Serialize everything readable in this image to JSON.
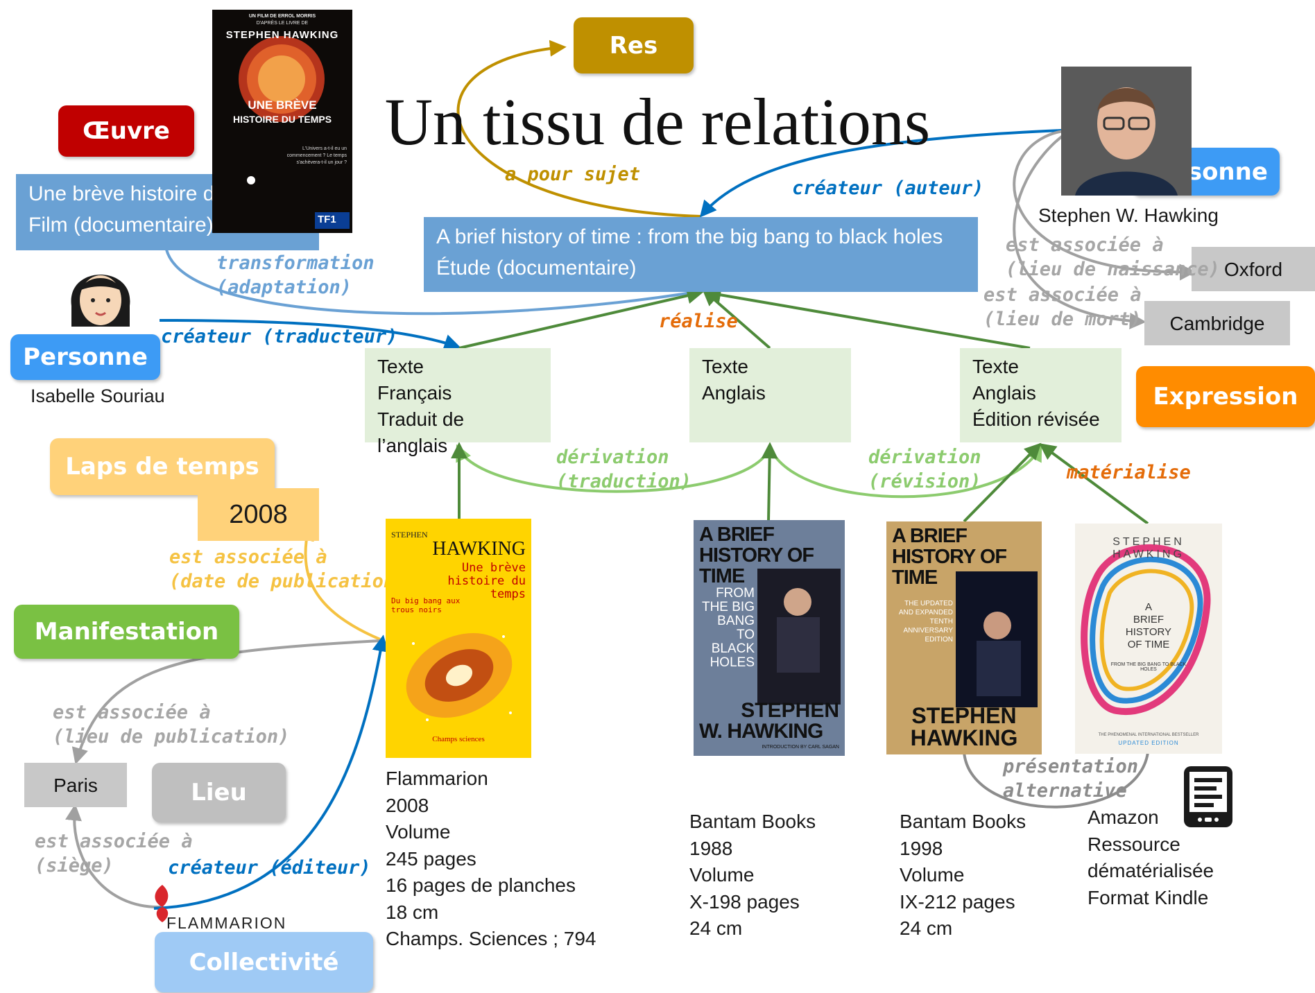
{
  "title": "Un tissu de relations",
  "badges": {
    "oeuvre": "Œuvre",
    "res": "Res",
    "personne_auteur": "Personne",
    "personne_traductrice": "Personne",
    "expression": "Expression",
    "laps_de_temps": "Laps de temps",
    "manifestation": "Manifestation",
    "lieu": "Lieu",
    "collectivite": "Collectivité"
  },
  "works": {
    "film": {
      "line1": "Une brève histoire du temps",
      "line2": "Film (documentaire)"
    },
    "study": {
      "line1": "A brief history of time : from the big bang to black holes",
      "line2": "Étude (documentaire)"
    }
  },
  "persons": {
    "author": "Stephen W. Hawking",
    "translator": "Isabelle Souriau"
  },
  "places": {
    "oxford": "Oxford",
    "cambridge": "Cambridge",
    "paris": "Paris"
  },
  "timespan": {
    "value": "2008"
  },
  "expressions": [
    {
      "l1": "Texte",
      "l2": "Français",
      "l3": "Traduit de l’anglais"
    },
    {
      "l1": "Texte",
      "l2": "Anglais",
      "l3": ""
    },
    {
      "l1": "Texte",
      "l2": "Anglais",
      "l3": "Édition révisée"
    }
  ],
  "relations": {
    "subject": "a pour sujet",
    "creator_author": "créateur (auteur)",
    "transformation_1": "transformation",
    "transformation_2": "(adaptation)",
    "creator_translator": "créateur (traducteur)",
    "realises": "réalise",
    "birthplace_1": "est associée à",
    "birthplace_2": "(lieu de naissance)",
    "deathplace_1": "est associée à",
    "deathplace_2": "(lieu de mort)",
    "derivation_translation_1": "dérivation",
    "derivation_translation_2": "(traduction)",
    "derivation_revision_1": "dérivation",
    "derivation_revision_2": "(révision)",
    "materialises": "matérialise",
    "pubdate_1": "est associée à",
    "pubdate_2": "(date de publication)",
    "pubplace_1": "est associée à",
    "pubplace_2": "(lieu de publication)",
    "seat_1": "est associée à",
    "seat_2": "(siège)",
    "creator_publisher": "créateur (éditeur)",
    "alternative_1": "présentation",
    "alternative_2": "alternative"
  },
  "manifestations": [
    {
      "lines": [
        "Flammarion",
        "2008",
        "Volume",
        "245 pages",
        "16 pages de planches",
        "18 cm",
        "Champs. Sciences ; 794"
      ]
    },
    {
      "lines": [
        "Bantam Books",
        "1988",
        "Volume",
        "X-198 pages",
        "24 cm"
      ]
    },
    {
      "lines": [
        "Bantam Books",
        "1998",
        "Volume",
        "IX-212 pages",
        "24 cm"
      ]
    },
    {
      "lines": [
        "Amazon",
        "Ressource",
        "dématérialisée",
        "Format Kindle"
      ]
    }
  ],
  "covers": {
    "dvd": {
      "top": "UN FILM DE ERROL MORRIS",
      "top2": "D'APRÈS LE LIVRE DE",
      "author": "STEPHEN HAWKING",
      "title1": "UNE BRÈVE",
      "title2": "HISTOIRE DU TEMPS",
      "blurb": "L'Univers a-t-il eu un commencement ? Le temps s'achèvera-t-il un jour ?",
      "channel": "TF1"
    },
    "flammarion": {
      "author1": "STEPHEN",
      "author2": "HAWKING",
      "title": "Une brève histoire du temps",
      "subtitle": "Du big bang aux trous noirs",
      "series": "Champs sciences"
    },
    "bantam1988": {
      "title": "A BRIEF HISTORY OF TIME",
      "sub": "FROM THE BIG BANG TO BLACK HOLES",
      "author1": "STEPHEN",
      "author2": "W. HAWKING",
      "intro": "INTRODUCTION BY CARL SAGAN"
    },
    "bantam1998": {
      "title": "A BRIEF HISTORY OF TIME",
      "sub": "THE UPDATED AND EXPANDED TENTH ANNIVERSARY EDITION",
      "author1": "STEPHEN",
      "author2": "HAWKING"
    },
    "kindle": {
      "author": "STEPHEN HAWKING",
      "title1": "A",
      "title2": "BRIEF",
      "title3": "HISTORY",
      "title4": "OF TIME",
      "sub": "FROM THE BIG BANG TO BLACK HOLES",
      "foot1": "THE PHENOMENAL INTERNATIONAL BESTSELLER",
      "foot2": "UPDATED EDITION"
    }
  },
  "logo": {
    "text": "FLAMMARION"
  },
  "colors": {
    "oeuvre": "#c00000",
    "res": "#bf9000",
    "personne": "#3d9bf5",
    "expression": "#ff8c00",
    "laps": "#ffd27a",
    "manifestation": "#7ac143",
    "lieu": "#bfbfbf",
    "collectivite": "#9fcaf5",
    "work_box": "#6aa1d4",
    "expression_box": "#e2efda",
    "place_box": "#c8c8c8",
    "relation_subject": "#bf9000",
    "relation_creator": "#0070c0",
    "relation_realise": "#e46c0a",
    "relation_transform": "#6aa1d4",
    "relation_derivation": "#8ccb6e",
    "relation_place": "#a0a0a0",
    "relation_date": "#f5c242"
  }
}
